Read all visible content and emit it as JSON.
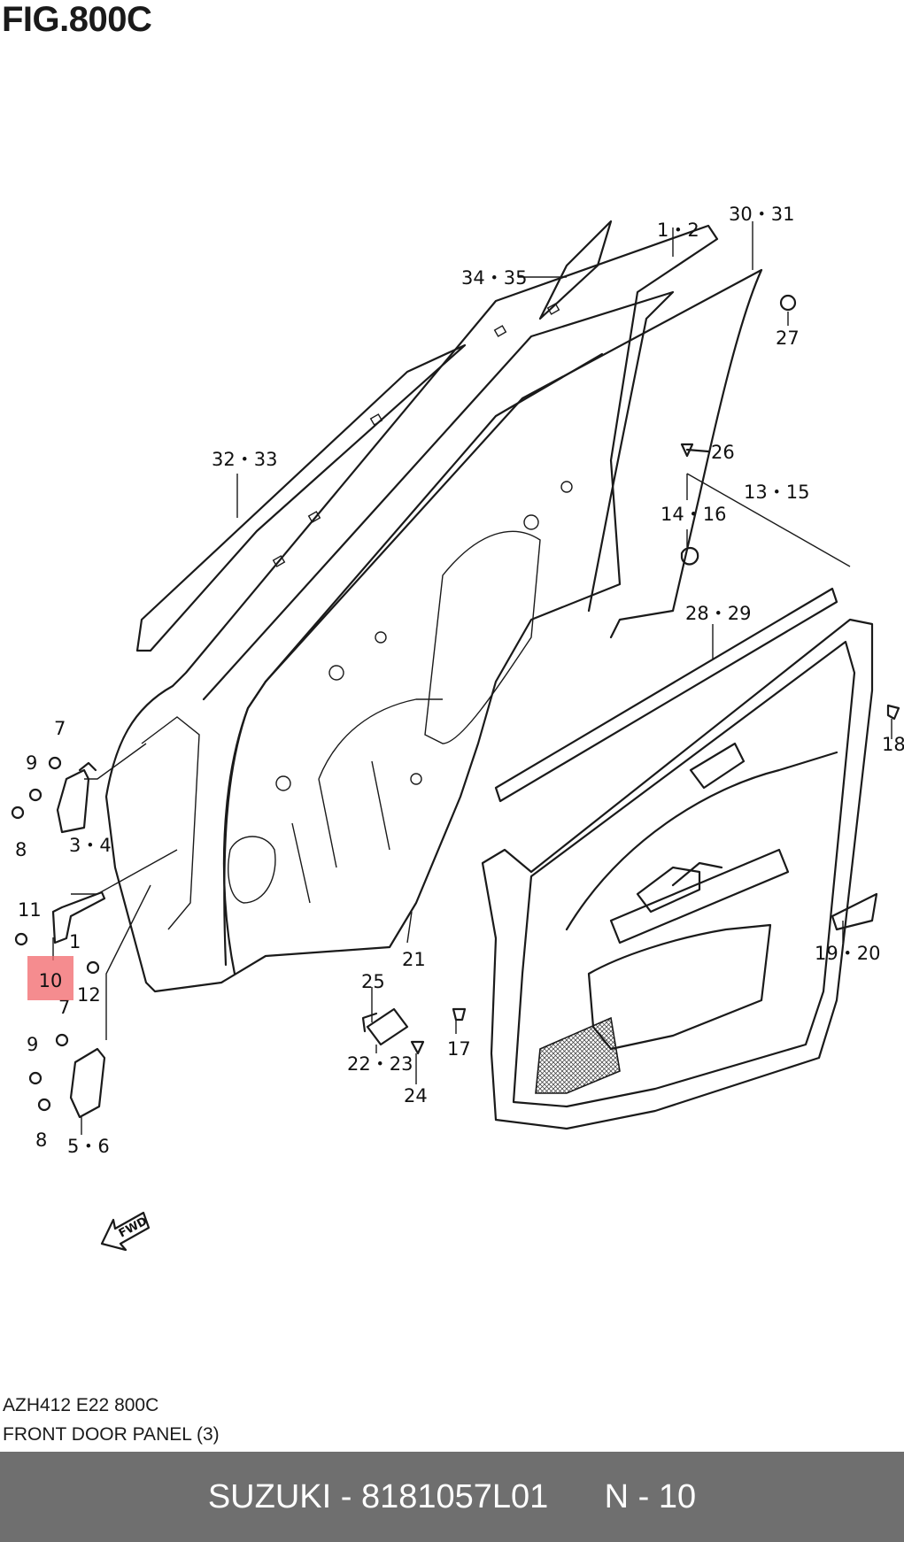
{
  "figure_title": "FIG.800C",
  "callouts": [
    {
      "id": "1-2",
      "text": "1・2"
    },
    {
      "id": "30-31",
      "text": "30・31"
    },
    {
      "id": "34-35",
      "text": "34・35"
    },
    {
      "id": "27",
      "text": "27"
    },
    {
      "id": "26",
      "text": "26"
    },
    {
      "id": "32-33",
      "text": "32・33"
    },
    {
      "id": "13-15",
      "text": "13・15"
    },
    {
      "id": "14-16",
      "text": "14・16"
    },
    {
      "id": "28-29",
      "text": "28・29"
    },
    {
      "id": "18",
      "text": "18"
    },
    {
      "id": "7-top",
      "text": "7"
    },
    {
      "id": "9-top",
      "text": "9"
    },
    {
      "id": "3-4",
      "text": "3・4"
    },
    {
      "id": "8-top",
      "text": "8"
    },
    {
      "id": "11",
      "text": "11"
    },
    {
      "id": "1",
      "text": "1"
    },
    {
      "id": "12",
      "text": "12"
    },
    {
      "id": "7-bottom",
      "text": "7"
    },
    {
      "id": "21",
      "text": "21"
    },
    {
      "id": "19-20",
      "text": "19・20"
    },
    {
      "id": "25",
      "text": "25"
    },
    {
      "id": "9-bottom",
      "text": "9"
    },
    {
      "id": "22-23",
      "text": "22・23"
    },
    {
      "id": "17",
      "text": "17"
    },
    {
      "id": "24",
      "text": "24"
    },
    {
      "id": "8-bottom",
      "text": "8"
    },
    {
      "id": "5-6",
      "text": "5・6"
    }
  ],
  "highlighted_part": "10",
  "fwd_label": "FWD",
  "diagram_code": "AZH412 E22 800C",
  "diagram_name": "FRONT DOOR PANEL (3)",
  "footer": {
    "brand": "SUZUKI",
    "part_number": "8181057L01",
    "position": "N - 10",
    "bar_color": "#6f6f6f",
    "highlight_color": "#f26b70"
  }
}
